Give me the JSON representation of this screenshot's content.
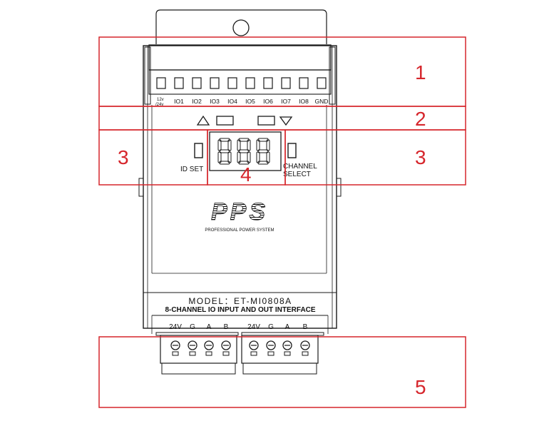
{
  "top_terminal_labels": [
    "IO1",
    "IO2",
    "IO3",
    "IO4",
    "IO5",
    "IO6",
    "IO7",
    "IO8",
    "GND"
  ],
  "power_label_line1": "12v",
  "power_label_line2": "/24v",
  "id_set_label": "ID SET",
  "channel_select_line1": "CHANNEL",
  "channel_select_line2": "SELECT",
  "display_digits": "888",
  "brand_logo_text": "PPS",
  "brand_tagline": "PROFESSIONAL POWER SYSTEM",
  "model_label": "MODEL：ET-MI0808A",
  "description_label": "8-CHANNEL IO INPUT AND OUT INTERFACE",
  "bottom_terminal_labels": [
    "24V",
    "G",
    "A",
    "B",
    "24V",
    "G",
    "A",
    "B"
  ],
  "zones": [
    {
      "id": "zone-1",
      "number": "1"
    },
    {
      "id": "zone-2",
      "number": "2"
    },
    {
      "id": "zone-3-left",
      "number": "3"
    },
    {
      "id": "zone-3-right",
      "number": "3"
    },
    {
      "id": "zone-4",
      "number": "4"
    },
    {
      "id": "zone-5",
      "number": "5"
    }
  ],
  "colors": {
    "annotation": "#d6262c",
    "line": "#1a1a1a",
    "background": "#ffffff"
  }
}
